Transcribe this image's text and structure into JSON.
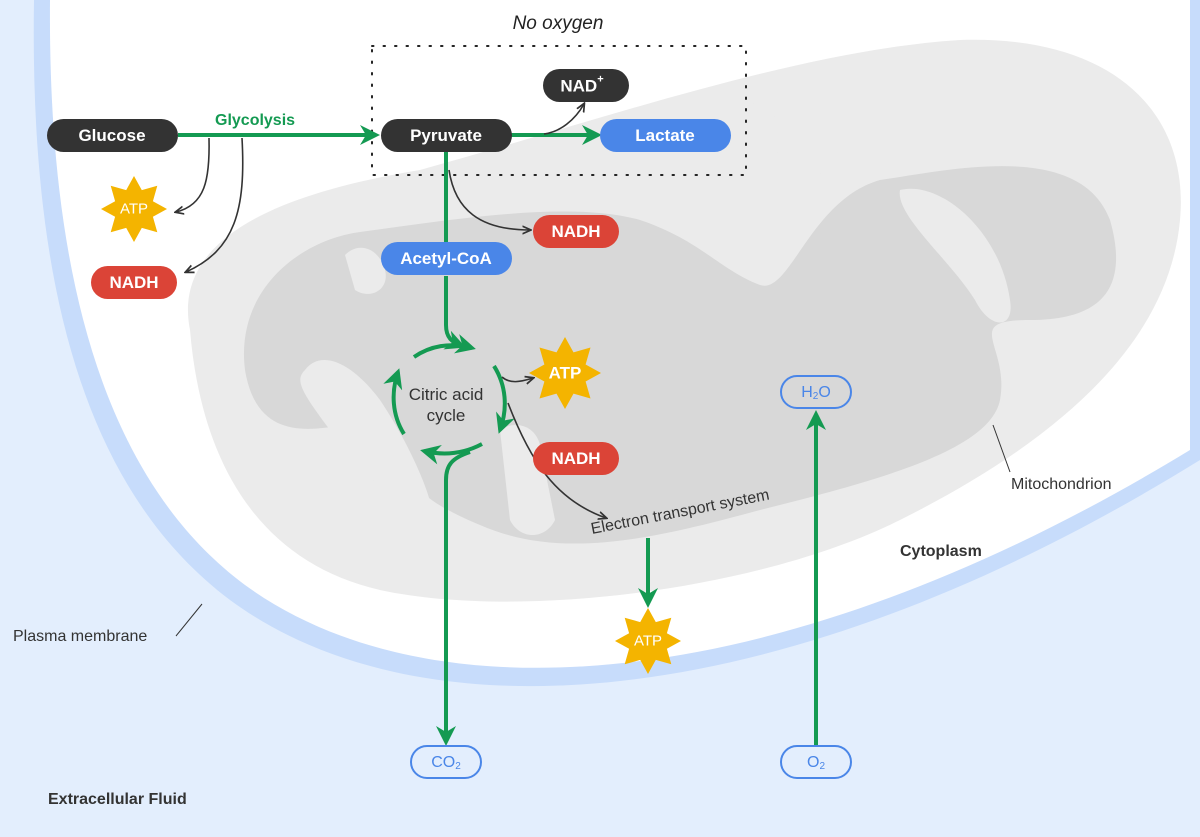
{
  "title": "No oxygen",
  "colors": {
    "extracellular": "#e3eefd",
    "membrane": "#c7dcfb",
    "cytoplasm": "#ffffff",
    "mito_outer": "#ebebeb",
    "mito_inner": "#d8d8d8",
    "pathway_green": "#149a52",
    "dark_node": "#333333",
    "blue_node": "#4a86e8",
    "red_node": "#db4437",
    "atp_star": "#f4b400"
  },
  "nodes": {
    "glucose": "Glucose",
    "pyruvate": "Pyruvate",
    "nad_plus": "NAD",
    "nad_plus_sup": "+",
    "lactate": "Lactate",
    "acetyl_coa": "Acetyl-CoA",
    "nadh_glycolysis": "NADH",
    "nadh_pyruvate": "NADH",
    "nadh_cycle": "NADH",
    "atp_glycolysis": "ATP",
    "atp_cycle": "ATP",
    "atp_ets": "ATP",
    "h2o_main": "H",
    "h2o_sub": "2",
    "h2o_end": "O",
    "co2_main": "CO",
    "co2_sub": "2",
    "o2_main": "O",
    "o2_sub": "2"
  },
  "labels": {
    "glycolysis": "Glycolysis",
    "citric_acid_line1": "Citric acid",
    "citric_acid_line2": "cycle",
    "electron_transport": "Electron transport system",
    "mitochondrion": "Mitochondrion",
    "cytoplasm": "Cytoplasm",
    "plasma_membrane": "Plasma membrane",
    "extracellular_fluid": "Extracellular Fluid"
  }
}
